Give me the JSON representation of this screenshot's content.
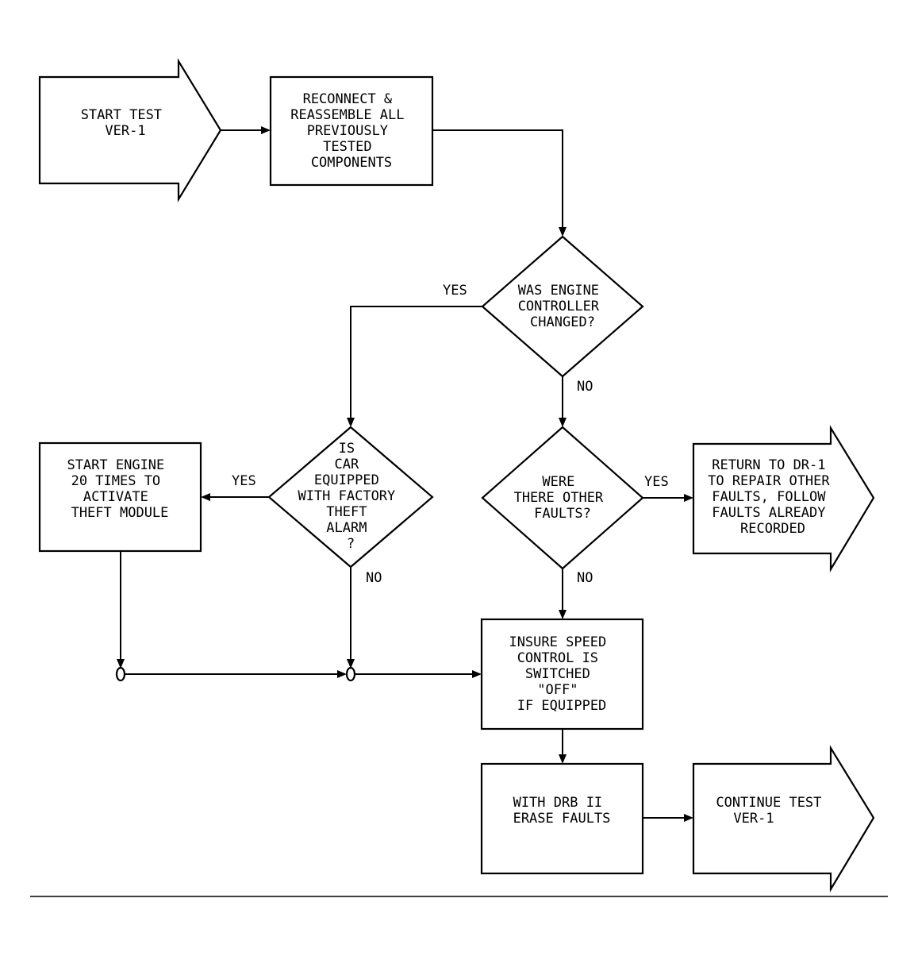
{
  "nodes": {
    "start_test": [
      "START TEST",
      "VER-1"
    ],
    "reconnect": [
      "RECONNECT &",
      "REASSEMBLE ALL",
      "PREVIOUSLY",
      "TESTED",
      "COMPONENTS"
    ],
    "engine_controller": [
      "WAS ENGINE",
      "CONTROLLER",
      "CHANGED?"
    ],
    "theft_alarm": [
      "IS",
      "CAR",
      "EQUIPPED",
      "WITH FACTORY",
      "THEFT",
      "ALARM",
      "?"
    ],
    "start_engine": [
      "START ENGINE",
      "20 TIMES TO",
      "ACTIVATE",
      "THEFT MODULE"
    ],
    "other_faults": [
      "WERE",
      "THERE OTHER",
      "FAULTS?"
    ],
    "return_dr1": [
      "RETURN TO DR-1",
      "TO REPAIR OTHER",
      "FAULTS, FOLLOW",
      "FAULTS ALREADY",
      "RECORDED"
    ],
    "insure_speed": [
      "INSURE SPEED",
      "CONTROL IS",
      "SWITCHED",
      "\"OFF\"",
      "IF EQUIPPED"
    ],
    "erase_faults": [
      "WITH DRB II",
      "ERASE FAULTS"
    ],
    "continue_test": [
      "CONTINUE TEST",
      "VER-1"
    ]
  },
  "labels": {
    "engine_yes": "YES",
    "engine_no": "NO",
    "theft_yes": "YES",
    "theft_no": "NO",
    "faults_yes": "YES",
    "faults_no": "NO"
  }
}
